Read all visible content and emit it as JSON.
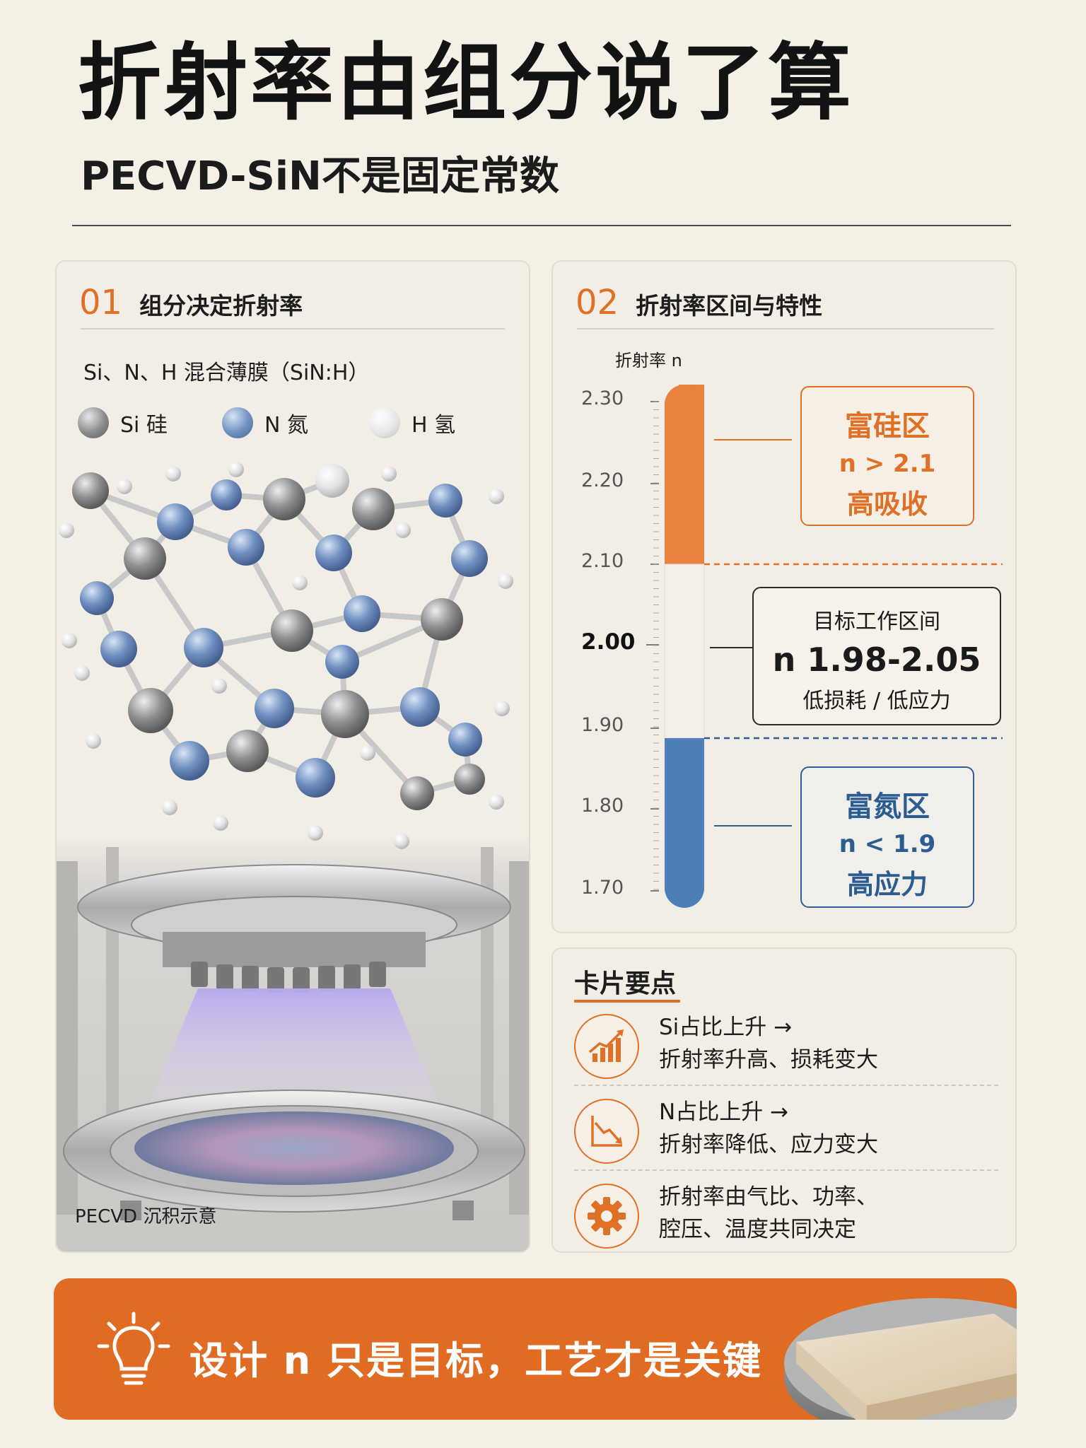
{
  "header": {
    "title": "折射率由组分说了算",
    "subtitle": "PECVD-SiN不是固定常数"
  },
  "section1": {
    "num": "01",
    "title": "组分决定折射率",
    "mix_label": "Si、N、H 混合薄膜（SiN:H）",
    "legend": [
      {
        "label": "Si 硅",
        "color": "#8f8f8f"
      },
      {
        "label": "N 氮",
        "color": "#6f8fc0"
      },
      {
        "label": "H 氢",
        "color": "#e6e6e6"
      }
    ],
    "caption": "PECVD 沉积示意"
  },
  "section2": {
    "num": "02",
    "title": "折射率区间与特性",
    "axis_label": "折射率 n",
    "ticks": [
      "2.30",
      "2.20",
      "2.10",
      "2.00",
      "1.90",
      "1.80",
      "1.70"
    ],
    "si_rich": {
      "name": "富硅区",
      "range": "n > 2.1",
      "prop": "高吸收"
    },
    "target": {
      "name": "目标工作区间",
      "range": "n 1.98-2.05",
      "prop": "低损耗 / 低应力"
    },
    "n_rich": {
      "name": "富氮区",
      "range": "n < 1.9",
      "prop": "高应力"
    },
    "colors": {
      "si": "#e8823e",
      "mid": "#f3eee6",
      "n": "#4f7fb8"
    }
  },
  "key_points": {
    "title": "卡片要点",
    "items": [
      {
        "line1": "Si占比上升 →",
        "line2": "折射率升高、损耗变大",
        "icon": "chart-up-icon"
      },
      {
        "line1": "N占比上升 →",
        "line2": "折射率降低、应力变大",
        "icon": "chart-down-icon"
      },
      {
        "line1": "折射率由气比、功率、",
        "line2": "腔压、温度共同决定",
        "icon": "gear-icon"
      }
    ]
  },
  "banner": {
    "text": "设计 n 只是目标，工艺才是关键"
  }
}
